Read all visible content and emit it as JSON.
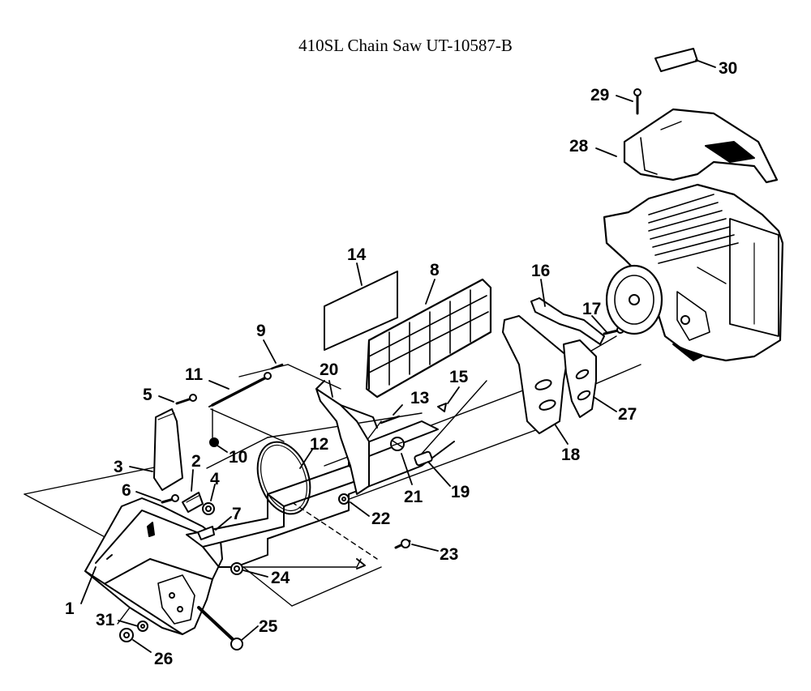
{
  "title": "410SL Chain Saw UT-10587-B",
  "callouts": [
    {
      "id": "1",
      "label": "1"
    },
    {
      "id": "2",
      "label": "2"
    },
    {
      "id": "3",
      "label": "3"
    },
    {
      "id": "4",
      "label": "4"
    },
    {
      "id": "5",
      "label": "5"
    },
    {
      "id": "6",
      "label": "6"
    },
    {
      "id": "7",
      "label": "7"
    },
    {
      "id": "8",
      "label": "8"
    },
    {
      "id": "9",
      "label": "9"
    },
    {
      "id": "10",
      "label": "10"
    },
    {
      "id": "11",
      "label": "11"
    },
    {
      "id": "12",
      "label": "12"
    },
    {
      "id": "13",
      "label": "13"
    },
    {
      "id": "14",
      "label": "14"
    },
    {
      "id": "15",
      "label": "15"
    },
    {
      "id": "16",
      "label": "16"
    },
    {
      "id": "17",
      "label": "17"
    },
    {
      "id": "18",
      "label": "18"
    },
    {
      "id": "19",
      "label": "19"
    },
    {
      "id": "20",
      "label": "20"
    },
    {
      "id": "21",
      "label": "21"
    },
    {
      "id": "22",
      "label": "22"
    },
    {
      "id": "23",
      "label": "23"
    },
    {
      "id": "24",
      "label": "24"
    },
    {
      "id": "25",
      "label": "25"
    },
    {
      "id": "26",
      "label": "26"
    },
    {
      "id": "27",
      "label": "27"
    },
    {
      "id": "28",
      "label": "28"
    },
    {
      "id": "29",
      "label": "29"
    },
    {
      "id": "30",
      "label": "30"
    },
    {
      "id": "31",
      "label": "31"
    }
  ]
}
